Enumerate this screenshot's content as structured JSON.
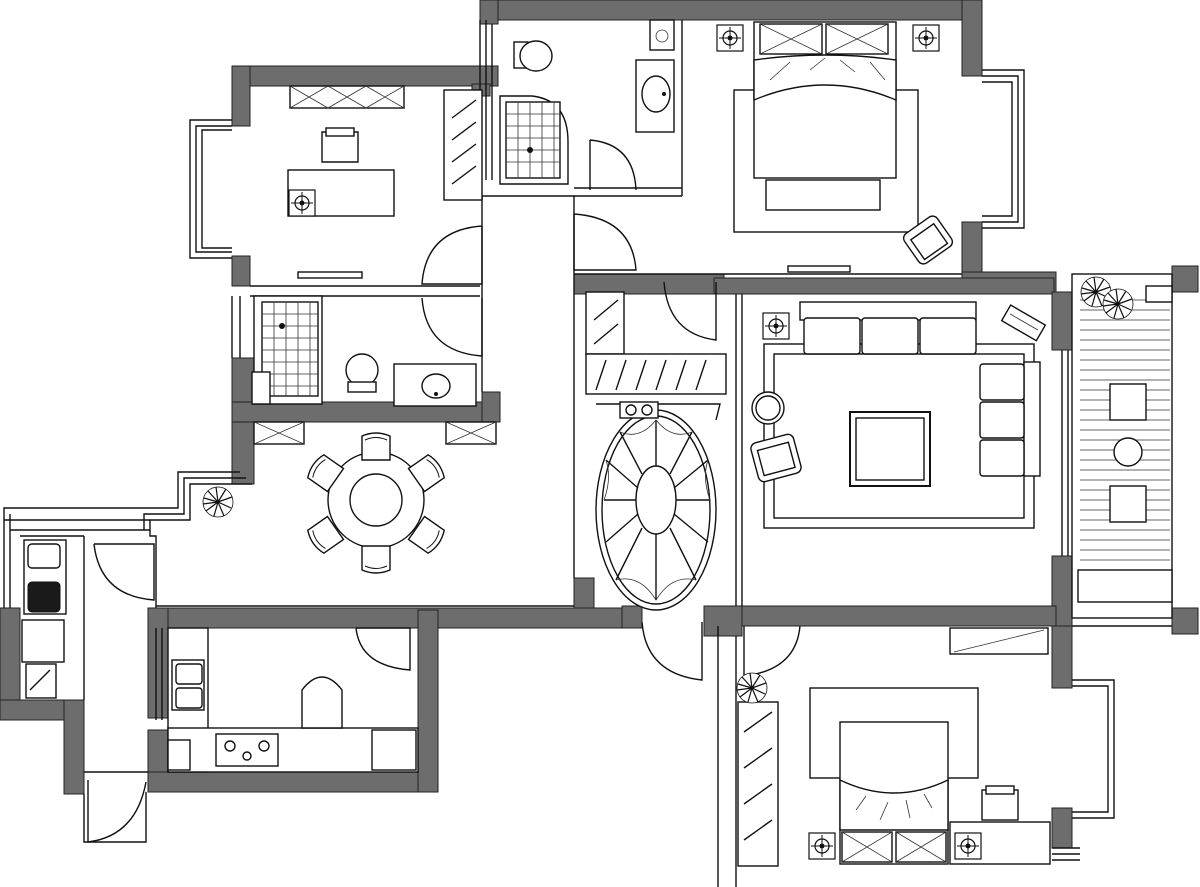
{
  "plan": {
    "kind": "apartment-floor-plan",
    "rooms": [
      "study",
      "bedroom-master",
      "master-bathroom",
      "walk-in-closet",
      "bathroom",
      "living-room",
      "balcony",
      "dining-area",
      "kitchen",
      "bedroom-second",
      "utility-balcony",
      "entrance",
      "corridor",
      "storage-hall"
    ],
    "furniture_icons": [
      "bed-icon",
      "desk-icon",
      "chair-icon",
      "sofa-icon",
      "coffee-table-icon",
      "armchair-icon",
      "dining-table-icon",
      "toilet-icon",
      "basin-icon",
      "shower-icon",
      "wardrobe-icon",
      "stove-icon",
      "sink-icon",
      "plant-icon",
      "lamp-icon",
      "washing-machine-icon",
      "door-icon"
    ],
    "colors": {
      "wall": "#6d6d6d",
      "line": "#111111",
      "background": "#ffffff"
    }
  }
}
